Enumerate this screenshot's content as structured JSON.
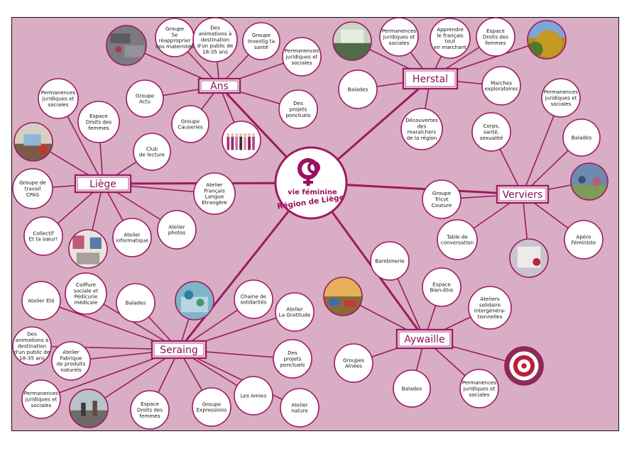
{
  "colors": {
    "background": "#d9adc3",
    "node_fill": "#ffffff",
    "line": "#9b1a62",
    "hub_border": "#9b1a62",
    "brand": "#9b1060"
  },
  "center": {
    "brand_line1": "vie féminine",
    "brand_line2": "Région de Liège",
    "logo_icon": "venus-symbol-icon"
  },
  "hubs": [
    {
      "id": "ans",
      "label": "Ans",
      "nodes": [
        {
          "type": "photo",
          "icon": "map-photo"
        },
        {
          "type": "text",
          "lines": [
            "Groupe",
            "Se",
            "réapproprier",
            "nos maternités"
          ]
        },
        {
          "type": "text",
          "lines": [
            "Des",
            "animations à",
            "destination",
            "d'un public de",
            "18-35 ans"
          ]
        },
        {
          "type": "text",
          "lines": [
            "Groupe",
            "Investig ta",
            "santé"
          ]
        },
        {
          "type": "text",
          "lines": [
            "Permanences",
            "juridiques et",
            "sociales"
          ]
        },
        {
          "type": "text",
          "lines": [
            "Des",
            "projets",
            "ponctuels"
          ]
        },
        {
          "type": "photo",
          "icon": "women-group-photo"
        },
        {
          "type": "text",
          "lines": [
            "Groupe",
            "Causeries"
          ]
        },
        {
          "type": "text",
          "lines": [
            "Groupe",
            "Actu"
          ]
        }
      ]
    },
    {
      "id": "herstal",
      "label": "Herstal",
      "nodes": [
        {
          "type": "photo",
          "icon": "greenhouse-photo"
        },
        {
          "type": "text",
          "lines": [
            "Permanences",
            "juridiques et",
            "sociales"
          ]
        },
        {
          "type": "text",
          "lines": [
            "Apprendre",
            "le français",
            "tout",
            "en marchant"
          ]
        },
        {
          "type": "text",
          "lines": [
            "Espace",
            "Droits des",
            "femmes"
          ]
        },
        {
          "type": "photo",
          "icon": "autumn-hill-photo"
        },
        {
          "type": "text",
          "lines": [
            "Marches",
            "exploratoires"
          ]
        },
        {
          "type": "text",
          "lines": [
            "Découvertes",
            "des",
            "maraîchers",
            "de la région"
          ]
        },
        {
          "type": "text",
          "lines": [
            "Balades"
          ]
        }
      ]
    },
    {
      "id": "liege",
      "label": "Liège",
      "nodes": [
        {
          "type": "text",
          "lines": [
            "Permanences",
            "juridiques et",
            "sociales"
          ]
        },
        {
          "type": "text",
          "lines": [
            "Espace",
            "Droits des",
            "femmes"
          ]
        },
        {
          "type": "photo",
          "icon": "workshop-photo"
        },
        {
          "type": "text",
          "lines": [
            "Club",
            "de lecture"
          ]
        },
        {
          "type": "text",
          "lines": [
            "Groupe de",
            "travail",
            "CPAS"
          ]
        },
        {
          "type": "text",
          "lines": [
            "Atelier",
            "Français",
            "Langue",
            "Etrangère"
          ]
        },
        {
          "type": "text",
          "lines": [
            "Atelier",
            "photos"
          ]
        },
        {
          "type": "text",
          "lines": [
            "Atelier",
            "informatique"
          ]
        },
        {
          "type": "photo",
          "icon": "exhibition-photo"
        },
        {
          "type": "text",
          "lines": [
            "Collectif",
            "Et ta sœur!"
          ]
        }
      ]
    },
    {
      "id": "verviers",
      "label": "Verviers",
      "nodes": [
        {
          "type": "text",
          "lines": [
            "Permanences",
            "juridiques et",
            "sociales"
          ]
        },
        {
          "type": "text",
          "lines": [
            "Corps,",
            "santé,",
            "sexualité"
          ]
        },
        {
          "type": "text",
          "lines": [
            "Balades"
          ]
        },
        {
          "type": "photo",
          "icon": "mural-photo"
        },
        {
          "type": "text",
          "lines": [
            "Groupe",
            "Tricot",
            "Couture"
          ]
        },
        {
          "type": "text",
          "lines": [
            "Table de",
            "conversation"
          ]
        },
        {
          "type": "photo",
          "icon": "drawing-photo"
        },
        {
          "type": "text",
          "lines": [
            "Apéro",
            "Féministe"
          ]
        }
      ]
    },
    {
      "id": "aywaille",
      "label": "Aywaille",
      "nodes": [
        {
          "type": "text",
          "lines": [
            "Bambinerie"
          ]
        },
        {
          "type": "photo",
          "icon": "playroom-photo"
        },
        {
          "type": "text",
          "lines": [
            "Espace",
            "Bien-être"
          ]
        },
        {
          "type": "text",
          "lines": [
            "Ateliers",
            "solidaire",
            "intergénéra-",
            "tionnelles"
          ]
        },
        {
          "type": "photo",
          "icon": "target-photo"
        },
        {
          "type": "text",
          "lines": [
            "Groupes",
            "Aînées"
          ]
        },
        {
          "type": "text",
          "lines": [
            "Balades"
          ]
        },
        {
          "type": "text",
          "lines": [
            "Permanences",
            "juridiques et",
            "sociales"
          ]
        }
      ]
    },
    {
      "id": "seraing",
      "label": "Seraing",
      "nodes": [
        {
          "type": "text",
          "lines": [
            "Atelier Eté"
          ]
        },
        {
          "type": "text",
          "lines": [
            "Coiffure",
            "sociale et",
            "Pédicurie",
            "médicale"
          ]
        },
        {
          "type": "text",
          "lines": [
            "Balades"
          ]
        },
        {
          "type": "photo",
          "icon": "crafts-photo"
        },
        {
          "type": "text",
          "lines": [
            "Chaine de",
            "solidarités"
          ]
        },
        {
          "type": "text",
          "lines": [
            "Atelier",
            "La Gratitude"
          ]
        },
        {
          "type": "text",
          "lines": [
            "Des",
            "animations à",
            "destination",
            "d'un public de",
            "18-35 ans"
          ]
        },
        {
          "type": "text",
          "lines": [
            "Atelier",
            "Fabrique",
            "de produits",
            "naturels"
          ]
        },
        {
          "type": "text",
          "lines": [
            "Des",
            "projets",
            "ponctuels"
          ]
        },
        {
          "type": "text",
          "lines": [
            "Permanences",
            "juridiques et",
            "sociales"
          ]
        },
        {
          "type": "photo",
          "icon": "street-photo"
        },
        {
          "type": "text",
          "lines": [
            "Espace",
            "Droits des",
            "femmes"
          ]
        },
        {
          "type": "text",
          "lines": [
            "Groupe",
            "Expressions"
          ]
        },
        {
          "type": "text",
          "lines": [
            "Les Amies"
          ]
        },
        {
          "type": "text",
          "lines": [
            "Atelier",
            "nature"
          ]
        }
      ]
    }
  ]
}
